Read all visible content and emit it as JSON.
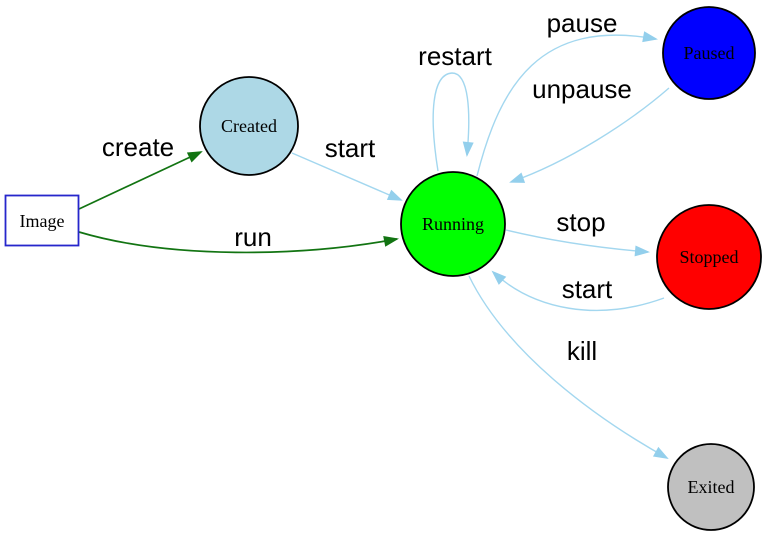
{
  "diagram": {
    "kind": "state-diagram",
    "background": "#ffffff",
    "colors": {
      "edge_blue": "#a3d7ef",
      "arrow_blue": "#93cfec",
      "edge_green": "#127412",
      "arrow_green": "#127412",
      "node_border": "#000000",
      "image_border": "#2626cc",
      "label_text": "#000000"
    },
    "nodes": [
      {
        "id": "image",
        "label": "Image",
        "shape": "box",
        "fill": "#ffffff",
        "stroke": "#2626cc"
      },
      {
        "id": "created",
        "label": "Created",
        "shape": "circle",
        "fill": "#add8e6",
        "stroke": "#000000"
      },
      {
        "id": "running",
        "label": "Running",
        "shape": "circle",
        "fill": "#00ff00",
        "stroke": "#000000"
      },
      {
        "id": "paused",
        "label": "Paused",
        "shape": "circle",
        "fill": "#0000ff",
        "stroke": "#000000"
      },
      {
        "id": "stopped",
        "label": "Stopped",
        "shape": "circle",
        "fill": "#ff0000",
        "stroke": "#000000"
      },
      {
        "id": "exited",
        "label": "Exited",
        "shape": "circle",
        "fill": "#c0c0c0",
        "stroke": "#000000"
      }
    ],
    "edges": [
      {
        "label": "create",
        "from": "image",
        "to": "created",
        "color": "#127412"
      },
      {
        "label": "run",
        "from": "image",
        "to": "running",
        "color": "#127412"
      },
      {
        "label": "start",
        "from": "created",
        "to": "running",
        "color": "#a3d7ef"
      },
      {
        "label": "restart",
        "from": "running",
        "to": "running",
        "color": "#a3d7ef"
      },
      {
        "label": "pause",
        "from": "running",
        "to": "paused",
        "color": "#a3d7ef"
      },
      {
        "label": "unpause",
        "from": "paused",
        "to": "running",
        "color": "#a3d7ef"
      },
      {
        "label": "stop",
        "from": "running",
        "to": "stopped",
        "color": "#a3d7ef"
      },
      {
        "label": "start",
        "from": "stopped",
        "to": "running",
        "color": "#a3d7ef"
      },
      {
        "label": "kill",
        "from": "running",
        "to": "exited",
        "color": "#a3d7ef"
      }
    ]
  }
}
